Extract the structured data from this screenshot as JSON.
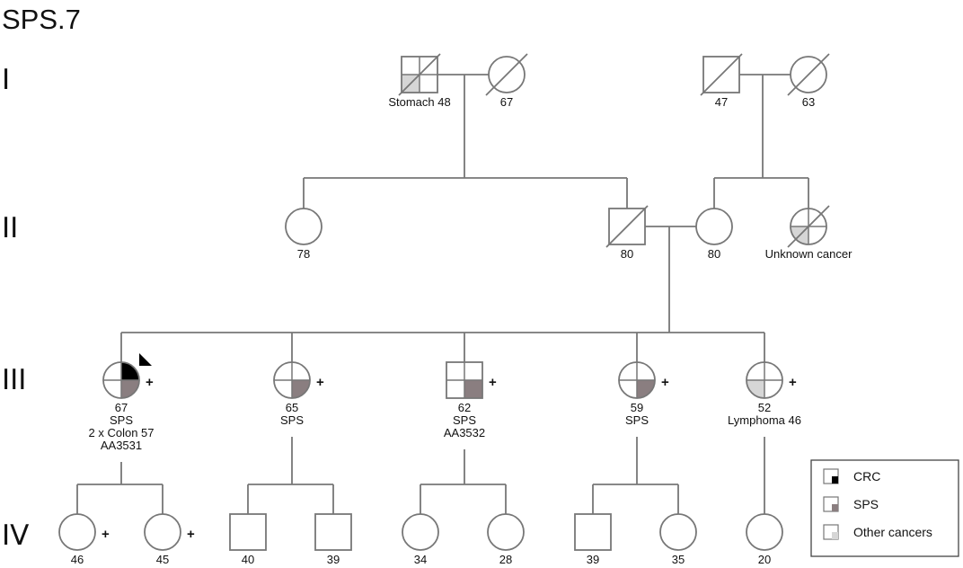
{
  "title": "SPS.7",
  "generations": [
    "I",
    "II",
    "III",
    "IV"
  ],
  "colors": {
    "line": "#777777",
    "crc": "#000000",
    "sps": "#8a7e80",
    "other": "#d6d6d6"
  },
  "individuals": [
    {
      "id": "I-1",
      "sex": "M",
      "deceased": true,
      "quadrants": {
        "bl": "other"
      },
      "labels": [
        "Stomach 48"
      ],
      "carrier": false,
      "proband": false
    },
    {
      "id": "I-2",
      "sex": "F",
      "deceased": true,
      "quadrants": {},
      "labels": [
        "67"
      ],
      "carrier": false,
      "proband": false
    },
    {
      "id": "I-3",
      "sex": "M",
      "deceased": true,
      "quadrants": {},
      "labels": [
        "47"
      ],
      "carrier": false,
      "proband": false
    },
    {
      "id": "I-4",
      "sex": "F",
      "deceased": true,
      "quadrants": {},
      "labels": [
        "63"
      ],
      "carrier": false,
      "proband": false
    },
    {
      "id": "II-1",
      "sex": "F",
      "deceased": false,
      "quadrants": {},
      "labels": [
        "78"
      ],
      "carrier": false,
      "proband": false
    },
    {
      "id": "II-2",
      "sex": "M",
      "deceased": true,
      "quadrants": {},
      "labels": [
        "80"
      ],
      "carrier": false,
      "proband": false
    },
    {
      "id": "II-3",
      "sex": "F",
      "deceased": false,
      "quadrants": {},
      "labels": [
        "80"
      ],
      "carrier": false,
      "proband": false
    },
    {
      "id": "II-4",
      "sex": "F",
      "deceased": true,
      "quadrants": {
        "bl": "other"
      },
      "labels": [
        "Unknown cancer"
      ],
      "carrier": false,
      "proband": false
    },
    {
      "id": "III-1",
      "sex": "F",
      "deceased": false,
      "quadrants": {
        "tr": "crc",
        "br": "sps"
      },
      "labels": [
        "67",
        "SPS",
        "2 x Colon 57",
        "AA3531"
      ],
      "carrier": true,
      "proband": true
    },
    {
      "id": "III-2",
      "sex": "F",
      "deceased": false,
      "quadrants": {
        "br": "sps"
      },
      "labels": [
        "65",
        "SPS"
      ],
      "carrier": true,
      "proband": false
    },
    {
      "id": "III-3",
      "sex": "M",
      "deceased": false,
      "quadrants": {
        "br": "sps"
      },
      "labels": [
        "62",
        "SPS",
        "AA3532"
      ],
      "carrier": true,
      "proband": false
    },
    {
      "id": "III-4",
      "sex": "F",
      "deceased": false,
      "quadrants": {
        "br": "sps"
      },
      "labels": [
        "59",
        "SPS"
      ],
      "carrier": true,
      "proband": false
    },
    {
      "id": "III-5",
      "sex": "F",
      "deceased": false,
      "quadrants": {
        "bl": "other"
      },
      "labels": [
        "52",
        "Lymphoma 46"
      ],
      "carrier": true,
      "proband": false
    },
    {
      "id": "IV-1",
      "sex": "F",
      "deceased": false,
      "quadrants": {},
      "labels": [
        "46"
      ],
      "carrier": true,
      "proband": false
    },
    {
      "id": "IV-2",
      "sex": "F",
      "deceased": false,
      "quadrants": {},
      "labels": [
        "45"
      ],
      "carrier": true,
      "proband": false
    },
    {
      "id": "IV-3",
      "sex": "M",
      "deceased": false,
      "quadrants": {},
      "labels": [
        "40"
      ],
      "carrier": false,
      "proband": false
    },
    {
      "id": "IV-4",
      "sex": "M",
      "deceased": false,
      "quadrants": {},
      "labels": [
        "39"
      ],
      "carrier": false,
      "proband": false
    },
    {
      "id": "IV-5",
      "sex": "F",
      "deceased": false,
      "quadrants": {},
      "labels": [
        "34"
      ],
      "carrier": false,
      "proband": false
    },
    {
      "id": "IV-6",
      "sex": "F",
      "deceased": false,
      "quadrants": {},
      "labels": [
        "28"
      ],
      "carrier": false,
      "proband": false
    },
    {
      "id": "IV-7",
      "sex": "M",
      "deceased": false,
      "quadrants": {},
      "labels": [
        "39"
      ],
      "carrier": false,
      "proband": false
    },
    {
      "id": "IV-8",
      "sex": "F",
      "deceased": false,
      "quadrants": {},
      "labels": [
        "35"
      ],
      "carrier": false,
      "proband": false
    },
    {
      "id": "IV-9",
      "sex": "F",
      "deceased": false,
      "quadrants": {},
      "labels": [
        "20"
      ],
      "carrier": false,
      "proband": false
    }
  ],
  "carrier_mark": "+",
  "legend": [
    {
      "key": "crc",
      "label": "CRC"
    },
    {
      "key": "sps",
      "label": "SPS"
    },
    {
      "key": "other",
      "label": "Other cancers"
    }
  ]
}
